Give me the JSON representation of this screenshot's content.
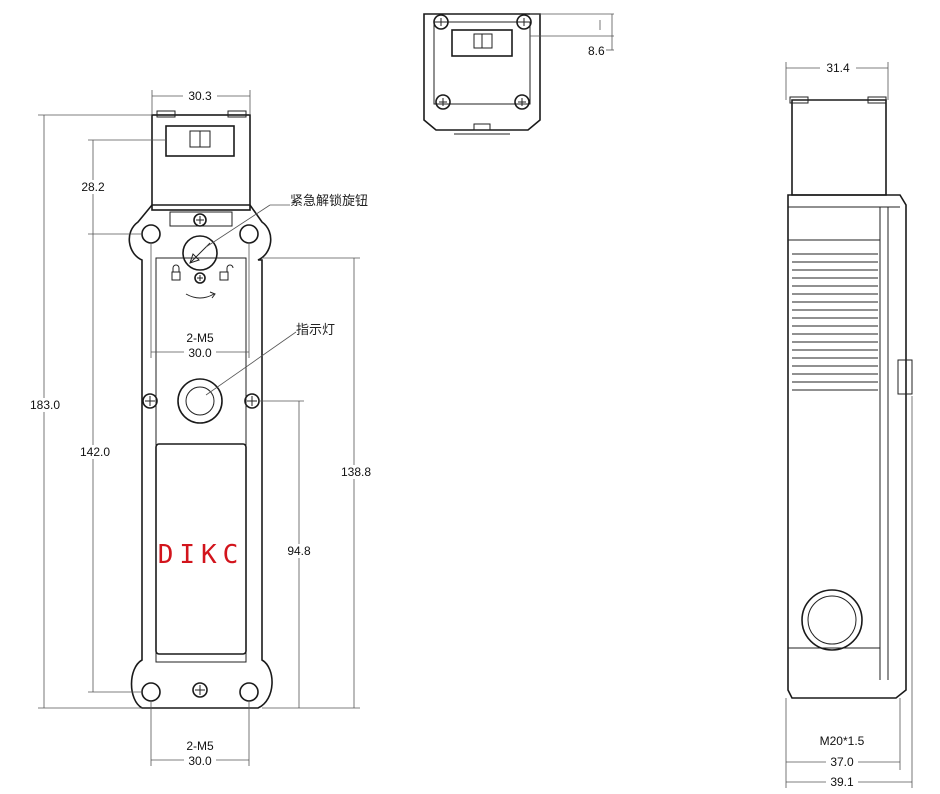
{
  "front_view": {
    "brand": "DIKC",
    "dims": {
      "top_width": "30.3",
      "head_height": "28.2",
      "overall_height": "183.0",
      "hole_pitch_vertical": "142.0",
      "lamp_to_bottom": "138.8",
      "screw_to_bottom": "94.8",
      "mount_holes_upper_thread": "2-M5",
      "mount_holes_upper_spacing": "30.0",
      "mount_holes_lower_thread": "2-M5",
      "mount_holes_lower_spacing": "30.0"
    },
    "callouts": {
      "emergency_release_knob": "紧急解锁旋钮",
      "indicator_light": "指示灯"
    }
  },
  "top_view": {
    "dims": {
      "offset": "8.6"
    }
  },
  "side_view": {
    "dims": {
      "top_width": "31.4",
      "cable_thread": "M20*1.5",
      "body_width": "37.0",
      "overall_width": "39.1"
    }
  }
}
